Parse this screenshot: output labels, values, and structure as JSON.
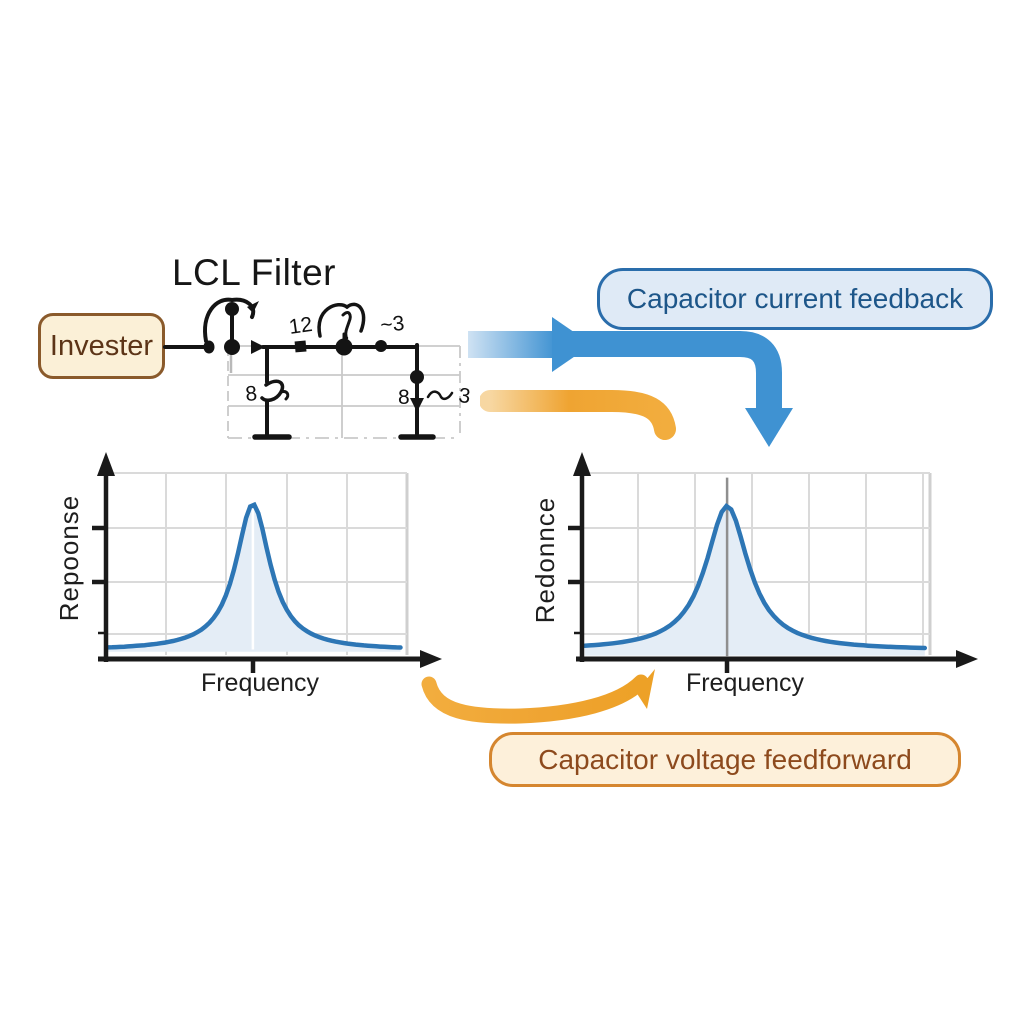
{
  "title": {
    "text": "LCL Filter"
  },
  "inverter": {
    "label": "Invester",
    "fill": "#fbf0d7",
    "border": "#8a5a2b",
    "text_color": "#5c3417"
  },
  "feedback_box": {
    "label": "Capacitor current feedback",
    "fill": "#dfeaf6",
    "border": "#2a6dab",
    "text_color": "#1d5689"
  },
  "feedforward_box": {
    "label": "Capacitor voltage feedforward",
    "fill": "#fdf0da",
    "border": "#d5862f",
    "text_color": "#8d4a1d"
  },
  "arrows": {
    "blue": "#3f92d2",
    "blue_light": "#cfe2f3",
    "orange": "#efa432",
    "orange_light": "#f7d7a2",
    "swoosh": "#f2ad3e",
    "swoosh_deep": "#eda127"
  },
  "circuit": {
    "labels": {
      "top_left": "12",
      "top_right": "~3",
      "cap_left": "8",
      "cap_right": "8",
      "grid_right": "3"
    }
  },
  "chart_data": [
    {
      "type": "area",
      "title": "",
      "xlabel": "Frequency",
      "ylabel": "Repoonse",
      "grid": true,
      "legend": false,
      "x_axis_unlabeled_ticks": 1,
      "y_axis_unlabeled_ticks": 3,
      "peak": {
        "center_frac": 0.493,
        "height_frac": 0.77,
        "half_width_frac": 0.07,
        "baseline_frac": 0.045
      },
      "x_start_frac": 0.01,
      "x_end_frac": 0.985,
      "fill_bottom_frac": 0.038,
      "marker_line": {
        "color": "#ffffff",
        "width": 2.5,
        "top_frac": 0.79,
        "bottom_frac": 0.05
      },
      "line_color": "#2d76b5",
      "fill_color": "#e4edf6"
    },
    {
      "type": "area",
      "title": "",
      "xlabel": "Frequency",
      "ylabel": "Redonnce",
      "grid": true,
      "legend": false,
      "x_axis_unlabeled_ticks": 1,
      "y_axis_unlabeled_ticks": 3,
      "peak": {
        "center_frac": 0.417,
        "height_frac": 0.76,
        "half_width_frac": 0.075,
        "baseline_frac": 0.045
      },
      "x_start_frac": 0.008,
      "x_end_frac": 0.985,
      "fill_bottom_frac": 0.018,
      "marker_line": {
        "color": "#8f8f8f",
        "width": 2.5,
        "top_frac": 0.955,
        "bottom_frac": 0.015
      },
      "line_color": "#2d76b5",
      "fill_color": "#e4edf6"
    }
  ]
}
